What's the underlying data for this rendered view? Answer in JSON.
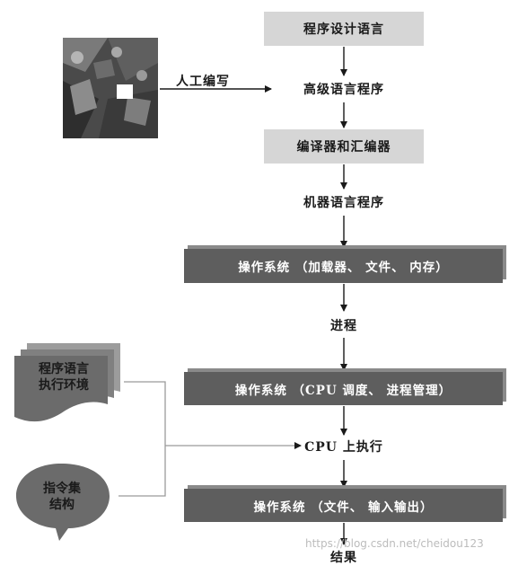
{
  "nodes": {
    "lang": "程序设计语言",
    "manual": "人工编写",
    "hll": "高级语言程序",
    "compiler": "编译器和汇编器",
    "mlp": "机器语言程序",
    "os_load": "操作系统 （加载器、 文件、 内存）",
    "process": "进程",
    "os_sched": "操作系统 （CPU 调度、 进程管理）",
    "cpu_exec": "CPU 上执行",
    "os_io": "操作系统 （文件、 输入输出）",
    "result": "结果"
  },
  "side": {
    "env_line1": "程序语言",
    "env_line2": "执行环境",
    "isa_line1": "指令集",
    "isa_line2": "结构"
  },
  "watermark": "https://blog.csdn.net/cheidou123",
  "colors": {
    "light_box": "#d6d6d6",
    "dark_box": "#5e5e5e",
    "side_shape": "#6b6b6b"
  }
}
